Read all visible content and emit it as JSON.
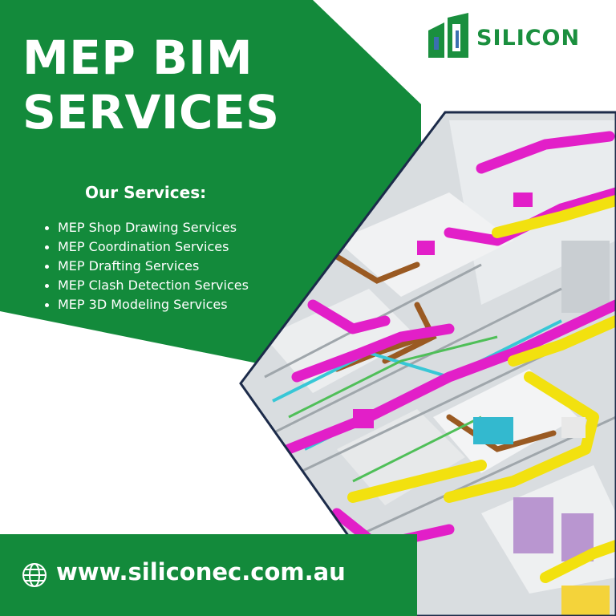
{
  "brand": {
    "name": "SILICON",
    "website": "www.siliconec.com.au"
  },
  "headline": {
    "line1": "MEP BIM",
    "line2": "SERVICES"
  },
  "services": {
    "heading": "Our Services:",
    "items": [
      "MEP Shop Drawing Services",
      "MEP Coordination Services",
      "MEP Drafting Services",
      "MEP Clash Detection Services",
      "MEP 3D Modeling Services"
    ]
  },
  "colors": {
    "brand_green": "#138a3b",
    "pipe_magenta": "#e21fc8",
    "pipe_yellow": "#f2e10f",
    "navy_border": "#1c2b4a"
  },
  "icons": {
    "logo": "building-logo-icon",
    "website": "globe-icon"
  }
}
